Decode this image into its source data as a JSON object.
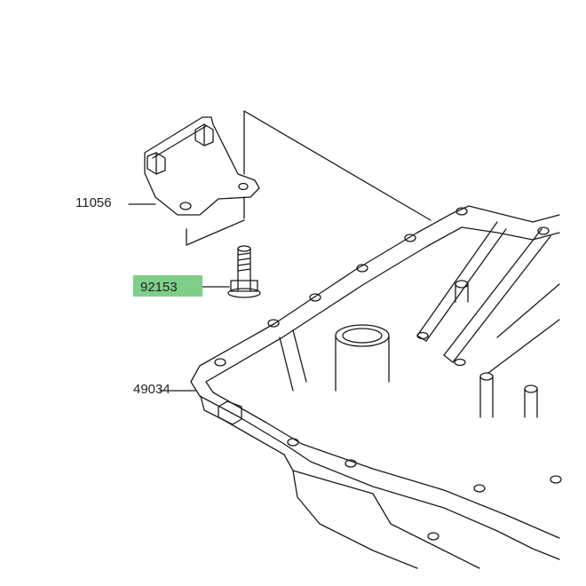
{
  "parts": [
    {
      "id": "11056",
      "name": "bracket",
      "highlighted": false
    },
    {
      "id": "92153",
      "name": "bolt",
      "highlighted": true
    },
    {
      "id": "49034",
      "name": "oil-pan",
      "highlighted": false
    }
  ],
  "colors": {
    "line": "#1a1a1a",
    "highlight": "#7fcf8a",
    "background": "#ffffff"
  }
}
